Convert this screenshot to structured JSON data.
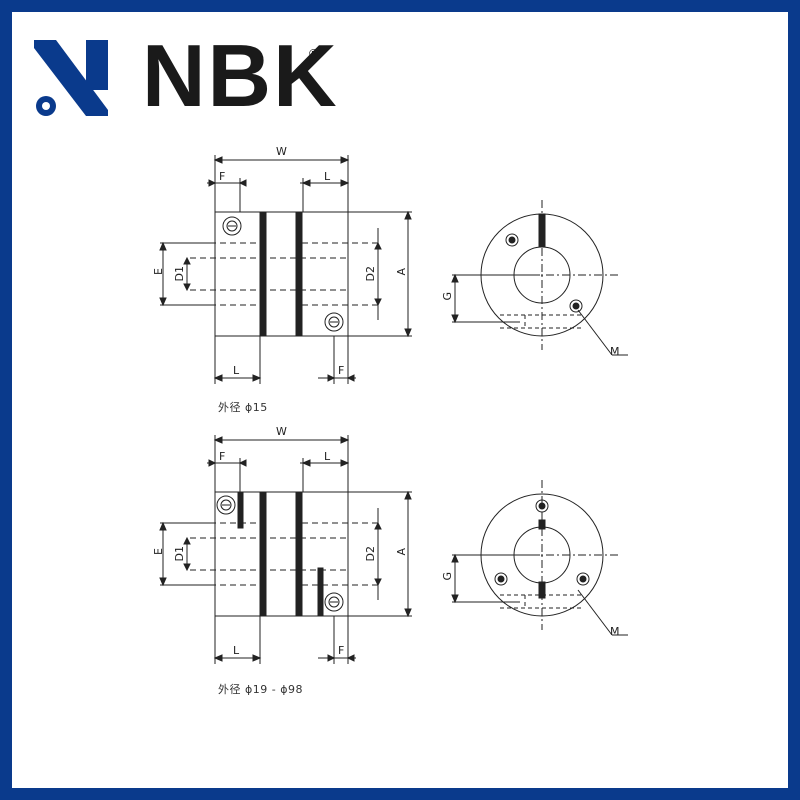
{
  "brand": {
    "name": "NBK",
    "registered": "®",
    "color": "#0a3a8c",
    "text_color": "#1a1a1a"
  },
  "drawings": [
    {
      "caption": "外径 ϕ15",
      "labels": {
        "W": "W",
        "F_top": "F",
        "L_top": "L",
        "E": "E",
        "D1": "D1",
        "D2": "D2",
        "A": "A",
        "L_bottom": "L",
        "F_bottom": "F",
        "G": "G",
        "M": "M"
      }
    },
    {
      "caption": "外径 ϕ19 - ϕ98",
      "labels": {
        "W": "W",
        "F_top": "F",
        "L_top": "L",
        "E": "E",
        "D1": "D1",
        "D2": "D2",
        "A": "A",
        "L_bottom": "L",
        "F_bottom": "F",
        "G": "G",
        "M": "M"
      }
    }
  ]
}
